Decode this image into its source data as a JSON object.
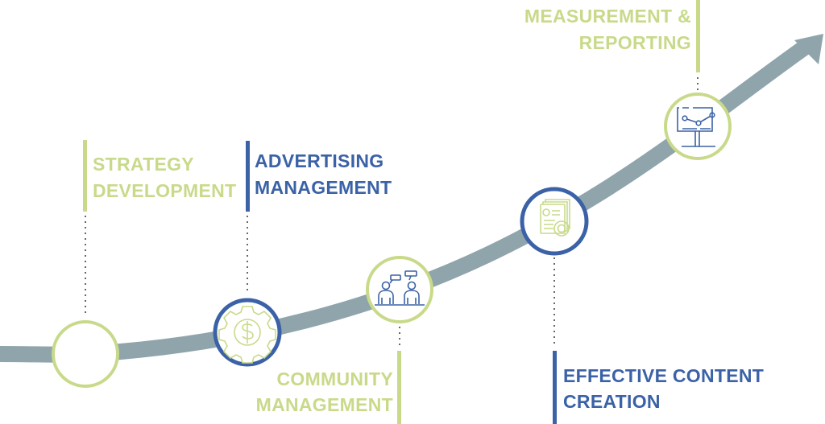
{
  "colors": {
    "green": "#c8da8a",
    "blue": "#3b62a6",
    "path": "#8fa4ab",
    "dots": "#666666"
  },
  "steps": [
    {
      "line1": "STRATEGY",
      "line2": "DEVELOPMENT",
      "color": "green",
      "icon": "blank"
    },
    {
      "line1": "ADVERTISING",
      "line2": "MANAGEMENT",
      "color": "blue",
      "icon": "dollar-gear-icon"
    },
    {
      "line1": "COMMUNITY",
      "line2": "MANAGEMENT",
      "color": "green",
      "icon": "people-chat-icon"
    },
    {
      "line1": "EFFECTIVE CONTENT",
      "line2": "CREATION",
      "color": "blue",
      "icon": "document-gear-icon"
    },
    {
      "line1": "MEASUREMENT &",
      "line2": "REPORTING",
      "color": "green",
      "icon": "monitor-chart-icon"
    }
  ]
}
